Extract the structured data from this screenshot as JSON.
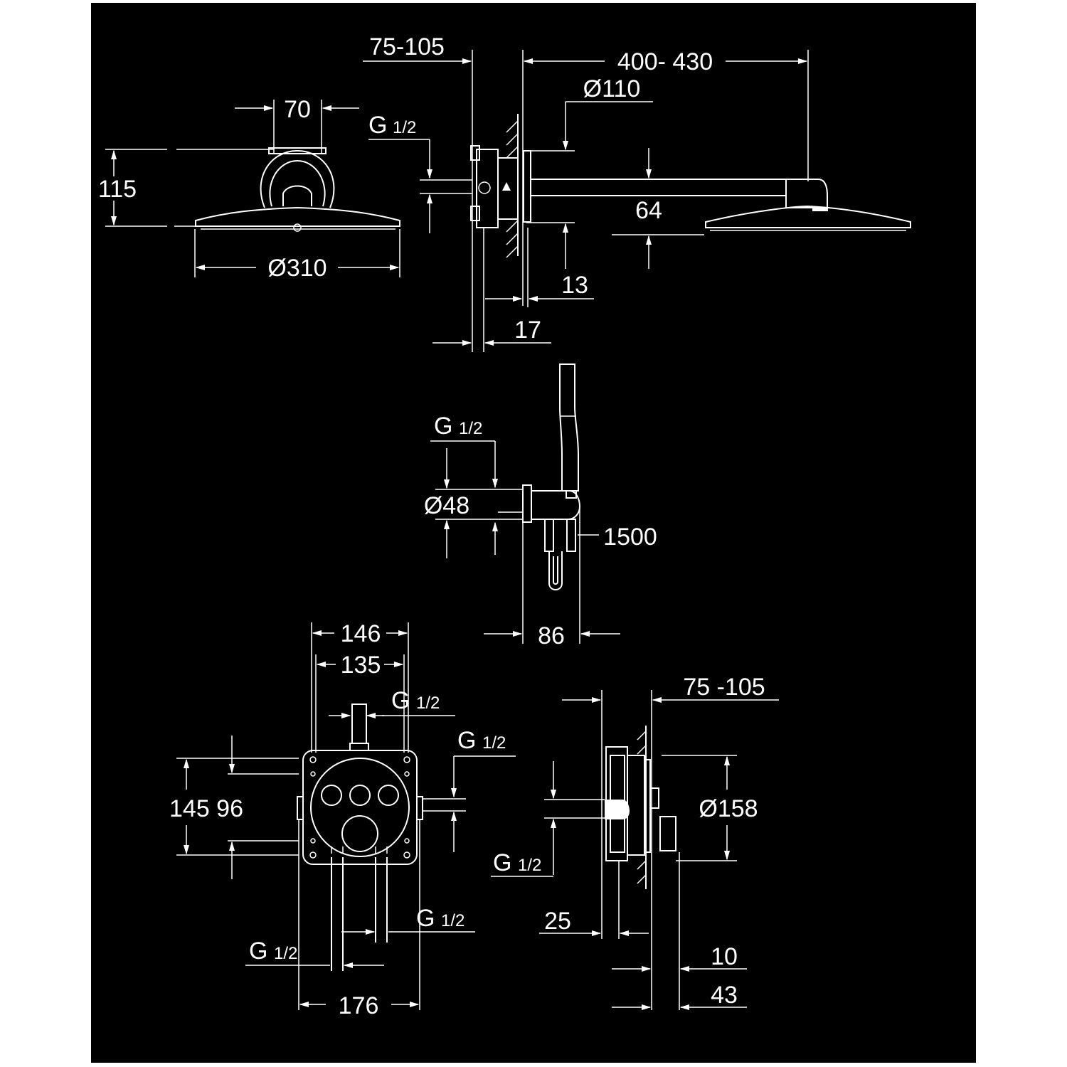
{
  "colors": {
    "page": "#ffffff",
    "drawing_background": "#000000",
    "lines": "#ffffff"
  },
  "shower_head": {
    "dim_width": "70",
    "dim_height": "115",
    "dim_diameter": "Ø310"
  },
  "shower_arm": {
    "dim_wall_depth": "75-105",
    "dim_arm_length": "400- 430",
    "dim_flange_diameter": "Ø110",
    "dim_head_height": "64",
    "dim_offset_13": "13",
    "dim_offset_17": "17",
    "thread_label": "G",
    "thread_fraction": "1/2"
  },
  "hand_shower": {
    "thread_label": "G",
    "thread_fraction": "1/2",
    "dim_diameter": "Ø48",
    "dim_hose_length": "1500",
    "dim_projection": "86"
  },
  "valve_front": {
    "dim_outer_width": "146",
    "dim_inner_width": "135",
    "dim_heights": "145 96",
    "dim_total_width": "176",
    "thread_top_fraction": "1/2",
    "thread_right_fraction": "1/2",
    "thread_bottom_left_fraction": "1/2",
    "thread_bottom_right_fraction": "1/2",
    "thread_label": "G"
  },
  "valve_side": {
    "dim_wall_depth": "75 -105",
    "dim_diameter": "Ø158",
    "dim_25": "25",
    "dim_10": "10",
    "dim_43": "43",
    "thread_label": "G",
    "thread_fraction": "1/2"
  }
}
